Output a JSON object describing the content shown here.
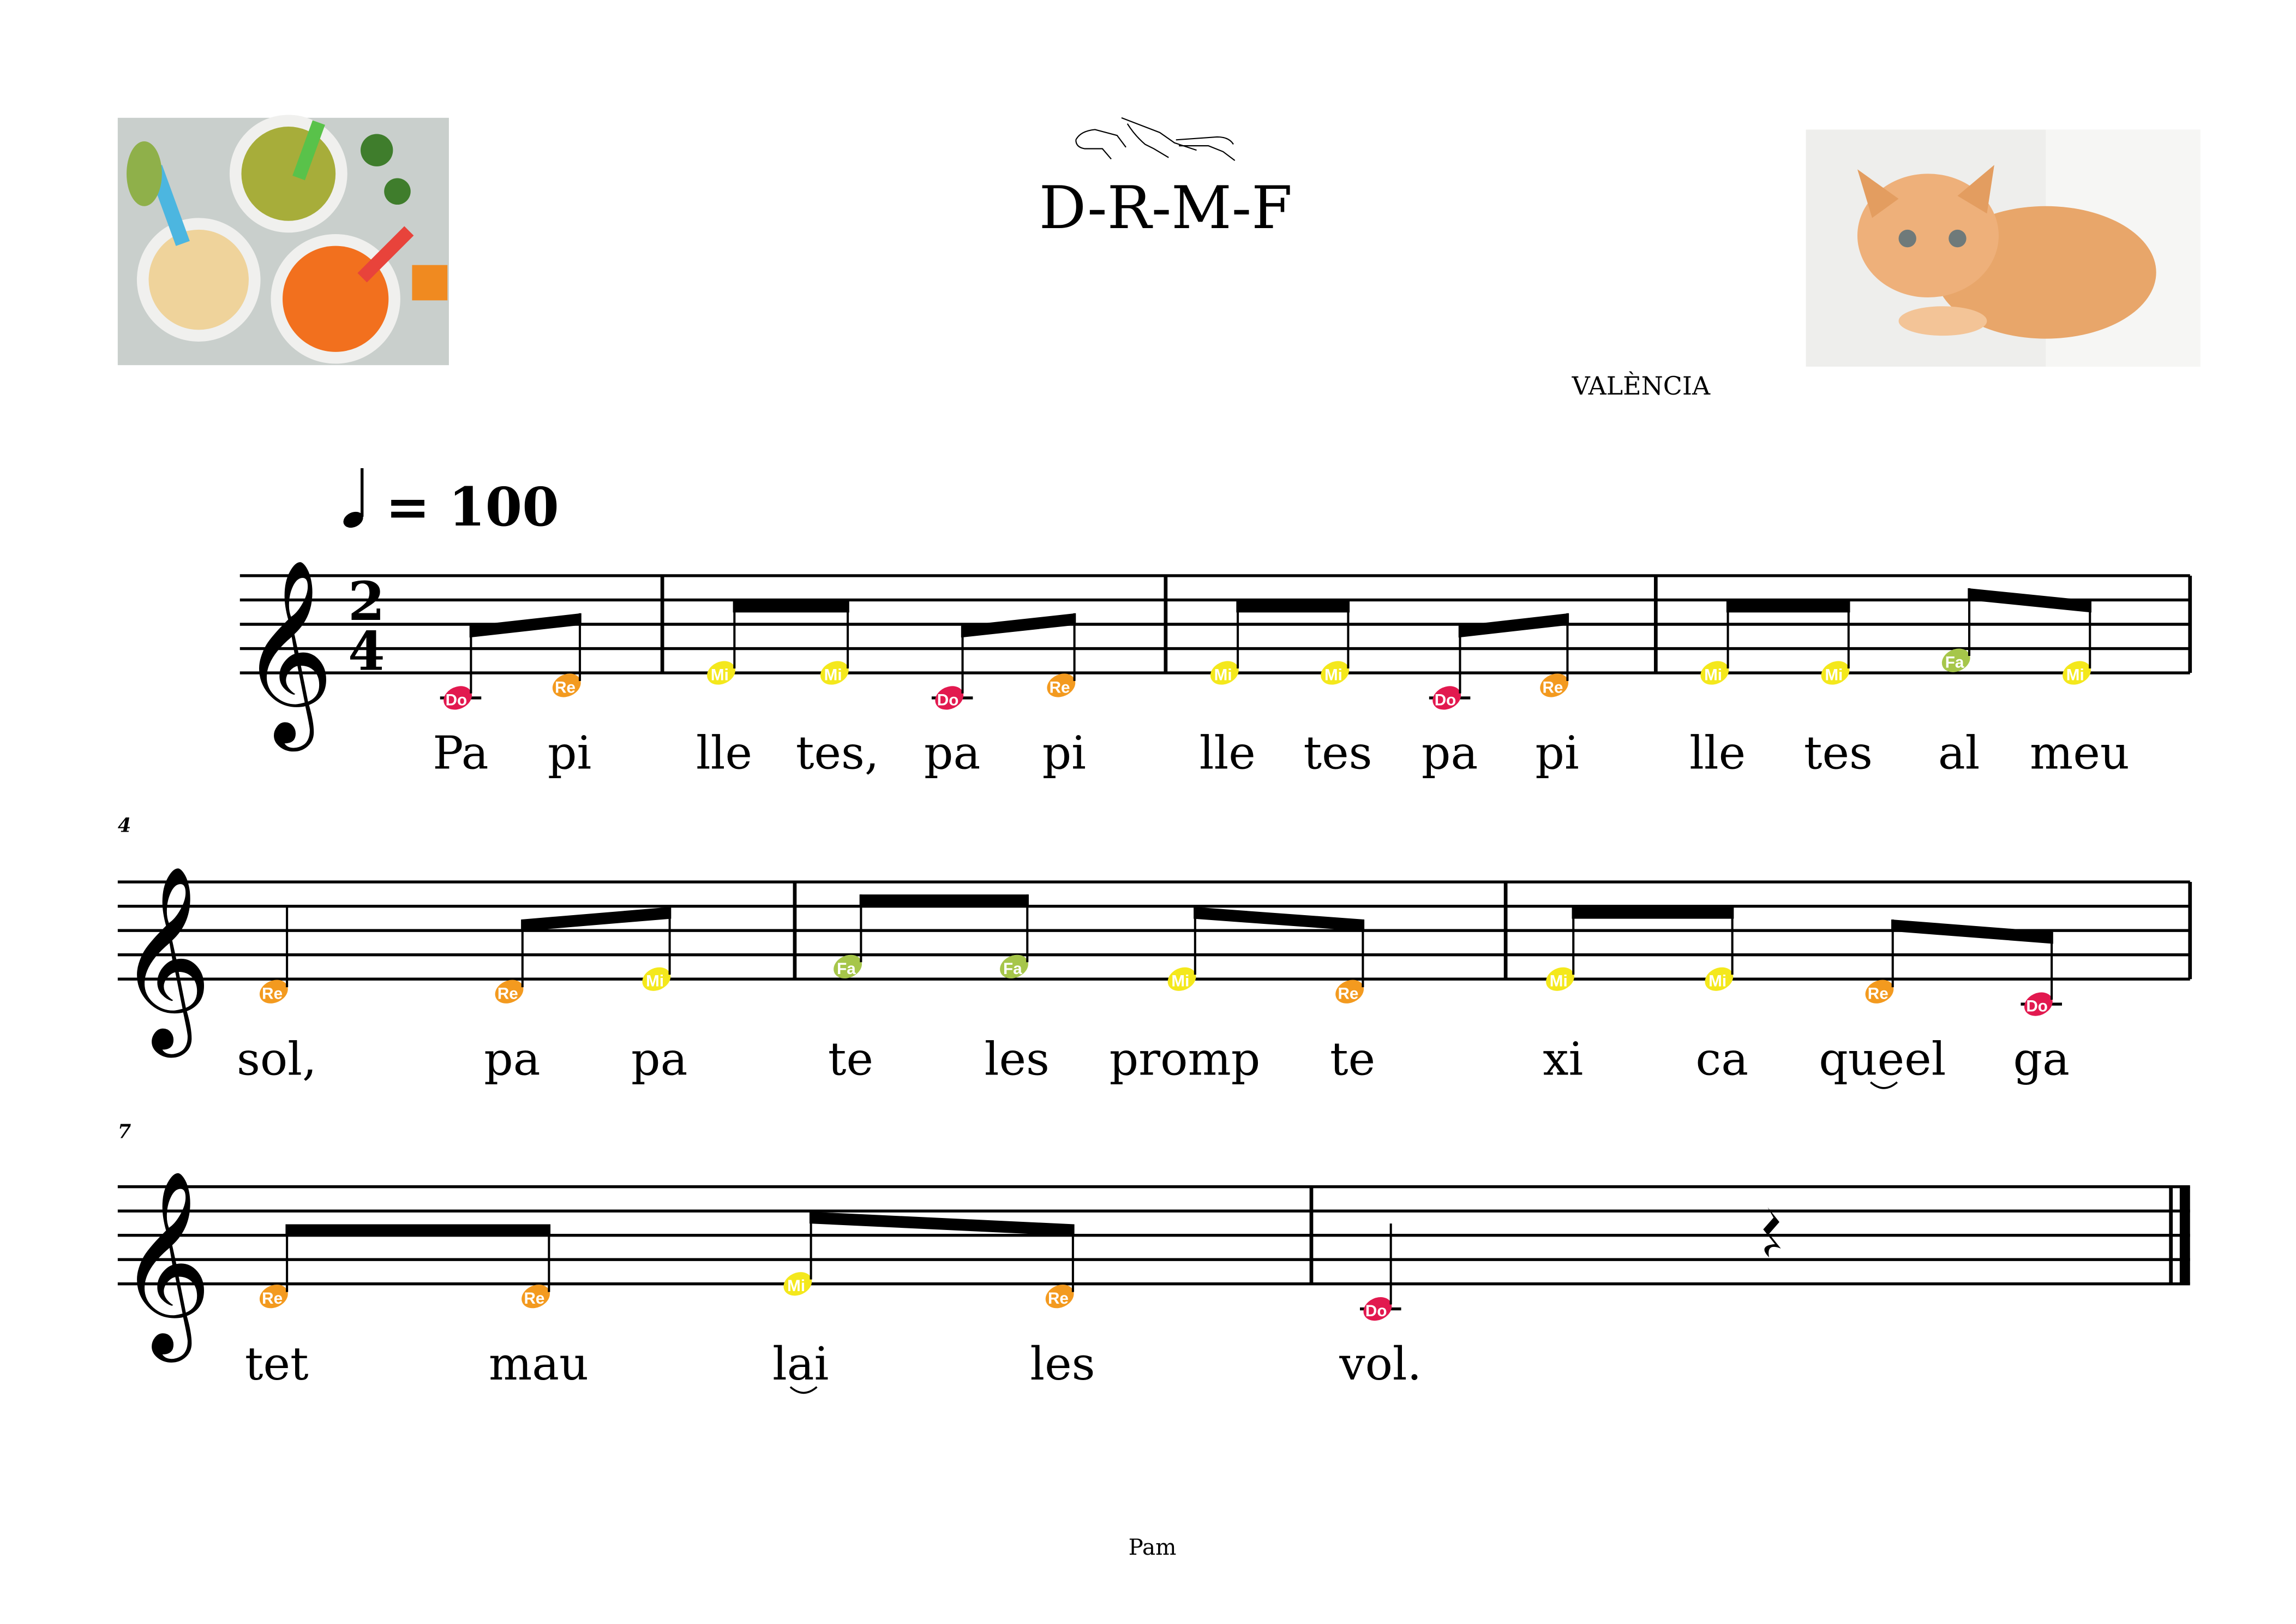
{
  "header": {
    "title": "D-R-M-F",
    "location": "VALÈNCIA",
    "footer": "Pam",
    "left_image": "baby-food-purees-photo",
    "right_image": "orange-kitten-photo",
    "hand_signs": "solfege-hand-signs"
  },
  "tempo": {
    "note": "quarter",
    "value": "= 100"
  },
  "time_signature": {
    "top": "2",
    "bottom": "4"
  },
  "colors": {
    "Do": "#e2194f",
    "Re": "#f39a1f",
    "Mi": "#f4e81c",
    "Fa": "#a6c64a"
  },
  "systems": [
    {
      "measure_number": "",
      "notes": [
        {
          "solfege": "Do",
          "lyric": "Pa",
          "dur": "8"
        },
        {
          "solfege": "Re",
          "lyric": "pi",
          "dur": "8"
        },
        {
          "solfege": "Mi",
          "lyric": "lle",
          "dur": "8"
        },
        {
          "solfege": "Mi",
          "lyric": "tes,",
          "dur": "8"
        },
        {
          "solfege": "Do",
          "lyric": "pa",
          "dur": "8"
        },
        {
          "solfege": "Re",
          "lyric": "pi",
          "dur": "8"
        },
        {
          "solfege": "Mi",
          "lyric": "lle",
          "dur": "8"
        },
        {
          "solfege": "Mi",
          "lyric": "tes",
          "dur": "8"
        },
        {
          "solfege": "Do",
          "lyric": "pa",
          "dur": "8"
        },
        {
          "solfege": "Re",
          "lyric": "pi",
          "dur": "8"
        },
        {
          "solfege": "Mi",
          "lyric": "lle",
          "dur": "8"
        },
        {
          "solfege": "Mi",
          "lyric": "tes",
          "dur": "8"
        },
        {
          "solfege": "Fa",
          "lyric": "al",
          "dur": "8"
        },
        {
          "solfege": "Mi",
          "lyric": "meu",
          "dur": "8"
        }
      ]
    },
    {
      "measure_number": "4",
      "notes": [
        {
          "solfege": "Re",
          "lyric": "sol,",
          "dur": "4"
        },
        {
          "solfege": "Re",
          "lyric": "pa",
          "dur": "8"
        },
        {
          "solfege": "Mi",
          "lyric": "pa",
          "dur": "8"
        },
        {
          "solfege": "Fa",
          "lyric": "te",
          "dur": "8"
        },
        {
          "solfege": "Fa",
          "lyric": "les",
          "dur": "8"
        },
        {
          "solfege": "Mi",
          "lyric": "promp",
          "dur": "8"
        },
        {
          "solfege": "Re",
          "lyric": "te",
          "dur": "8"
        },
        {
          "solfege": "Mi",
          "lyric": "xi",
          "dur": "8"
        },
        {
          "solfege": "Mi",
          "lyric": "ca",
          "dur": "8"
        },
        {
          "solfege": "Re",
          "lyric": "queel",
          "dur": "8"
        },
        {
          "solfege": "Do",
          "lyric": "ga",
          "dur": "8"
        }
      ]
    },
    {
      "measure_number": "7",
      "notes": [
        {
          "solfege": "Re",
          "lyric": "tet",
          "dur": "8"
        },
        {
          "solfege": "Re",
          "lyric": "mau",
          "dur": "8"
        },
        {
          "solfege": "Mi",
          "lyric": "lai",
          "dur": "8"
        },
        {
          "solfege": "Re",
          "lyric": "les",
          "dur": "8"
        },
        {
          "solfege": "Do",
          "lyric": "vol.",
          "dur": "4"
        },
        {
          "solfege": "rest",
          "lyric": "",
          "dur": "4"
        }
      ]
    }
  ]
}
